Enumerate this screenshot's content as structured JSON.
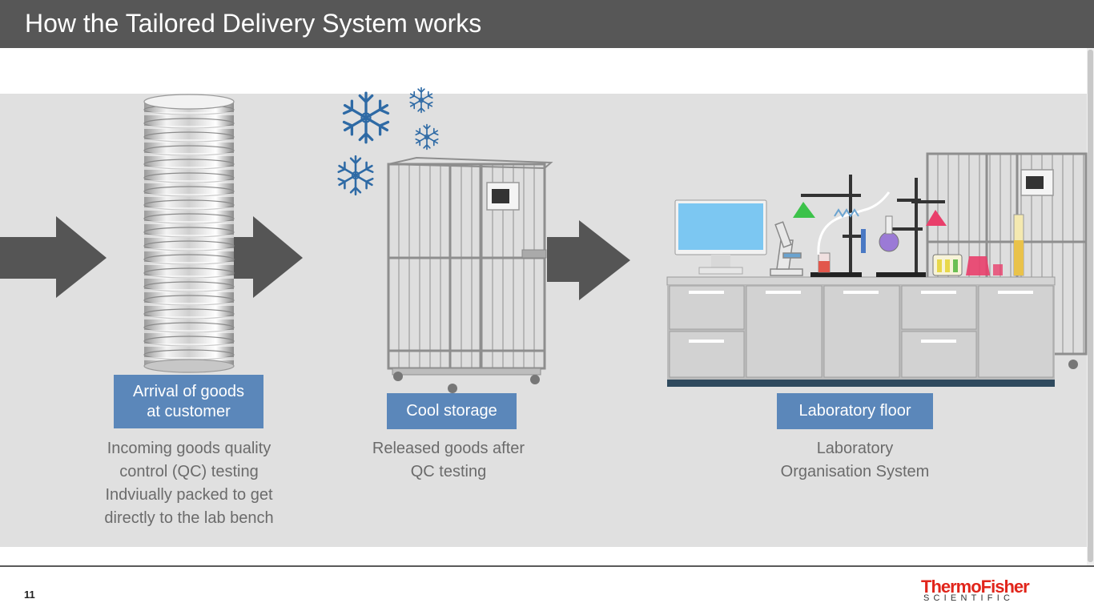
{
  "slide": {
    "title": "How the Tailored Delivery System works",
    "page_number": "11"
  },
  "steps": [
    {
      "label_line1": "Arrival of goods",
      "label_line2": "at customer",
      "desc_lines": [
        "Incoming goods quality",
        "control (QC) testing",
        "Indviually packed to get",
        "directly to the lab bench"
      ]
    },
    {
      "label": "Cool storage",
      "desc_lines": [
        "Released goods after",
        "QC testing"
      ]
    },
    {
      "label": "Laboratory floor",
      "desc_lines": [
        "Laboratory",
        "Organisation System"
      ]
    }
  ],
  "logo": {
    "name": "ThermoFisher",
    "sub": "SCIENTIFIC"
  },
  "colors": {
    "title_bar": "#575757",
    "panel": "#e0e0e0",
    "label_box": "#5b87ba",
    "arrow": "#555555",
    "snowflake": "#2e6aa5",
    "brand_red": "#e1251b"
  }
}
